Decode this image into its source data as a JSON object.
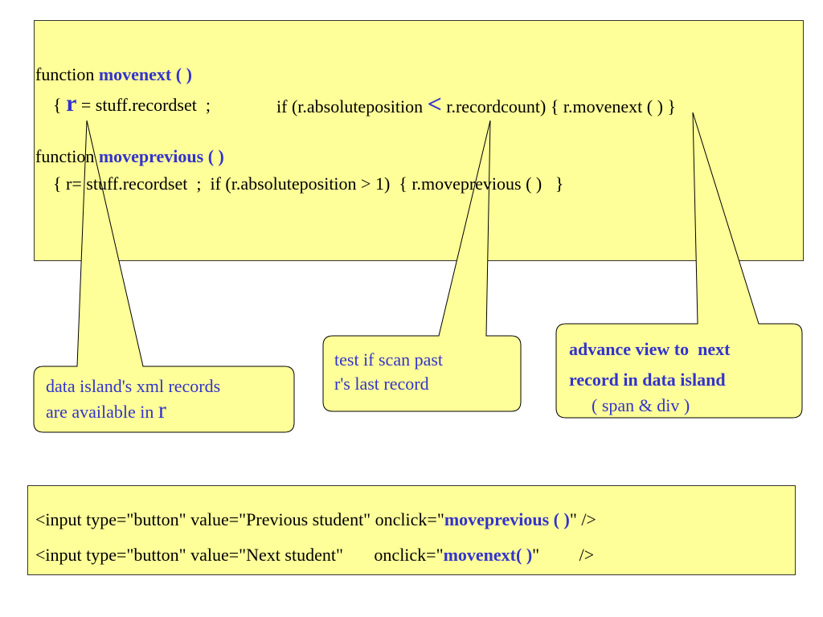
{
  "code_box": {
    "fn1_prefix": "function ",
    "fn1_name": "movenext ( )",
    "fn1_body_open": "{ ",
    "fn1_r": "r",
    "fn1_body_rest": " = stuff.recordset  ;",
    "fn1_cond_a": "if (r.absoluteposition ",
    "fn1_cond_lt": "<",
    "fn1_cond_b": " r.recordcount) { r.movenext ( ) }",
    "fn2_prefix": "function ",
    "fn2_name": "moveprevious ( )",
    "fn2_body": "{ r= stuff.recordset  ;  if (r.absoluteposition > 1)  { r.moveprevious ( )   }"
  },
  "callouts": {
    "left_line1": "data island's xml records",
    "left_line2": "are available in ",
    "left_r": "r",
    "mid_line1": "test if scan past",
    "mid_line2": "r's last record",
    "right_line1": "advance view to  next",
    "right_line2": "record in data island",
    "right_line3": "( span & div )"
  },
  "button_box": {
    "line1_a": "<input type=\"button\" value=\"Previous student\" onclick=\"",
    "line1_kw": "moveprevious ( )",
    "line1_b": "\" />",
    "line2_a": "<input type=\"button\" value=\"Next student\"       onclick=\"",
    "line2_kw": "movenext( )",
    "line2_b": "\"         />"
  },
  "colors": {
    "box_fill": "#ffff99",
    "keyword": "#3333cc"
  }
}
